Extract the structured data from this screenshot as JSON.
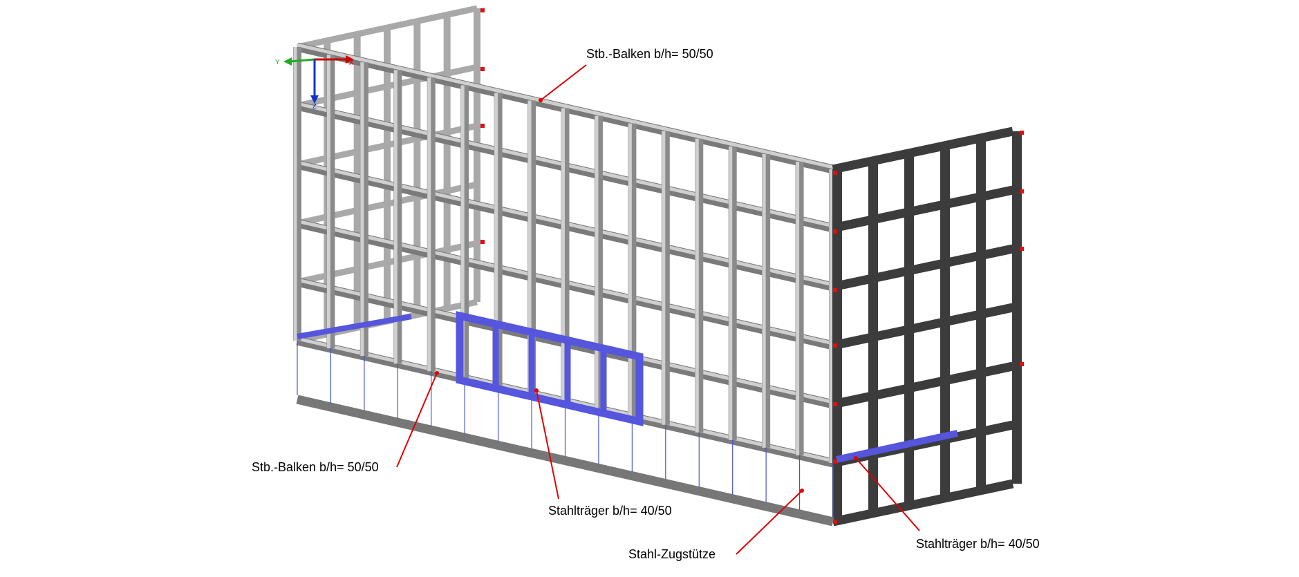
{
  "labels": {
    "beam_top": "Stb.-Balken b/h= 50/50",
    "beam_left": "Stb.-Balken b/h= 50/50",
    "steel_beam_mid": "Stahlträger b/h= 40/50",
    "steel_column": "Stahl-Zugstütze",
    "steel_beam_right": "Stahlträger b/h= 40/50"
  },
  "axes": {
    "x": "X",
    "y": "Y",
    "z": "Z"
  },
  "colors": {
    "concrete_light": "#cfcfcf",
    "concrete_mid": "#a9a9a9",
    "concrete_dark": "#3c3c3c",
    "steel_highlight": "#5555dd",
    "leader": "#e00000",
    "support": "#dd1111"
  }
}
